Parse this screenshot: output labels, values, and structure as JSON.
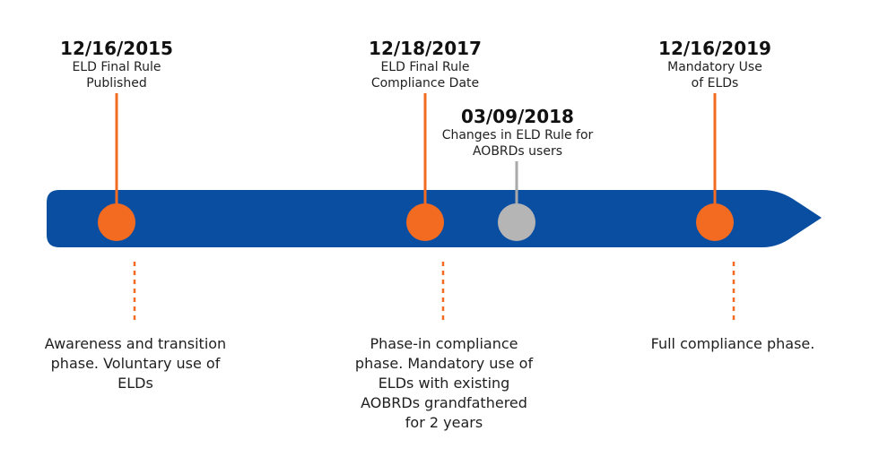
{
  "colors": {
    "bar": "#0a4ea1",
    "milestone": "#f26b21",
    "milestone_minor": "#b5b5b5",
    "connector": "#f26b21",
    "connector_minor": "#a9a9a9",
    "phase_divider": "#f26b21"
  },
  "milestones": [
    {
      "date": "12/16/2015",
      "caption": "ELD Final Rule\nPublished",
      "kind": "major"
    },
    {
      "date": "12/18/2017",
      "caption": "ELD Final Rule\nCompliance Date",
      "kind": "major"
    },
    {
      "date": "03/09/2018",
      "caption": "Changes in ELD Rule for\nAOBRDs users",
      "kind": "minor"
    },
    {
      "date": "12/16/2019",
      "caption": "Mandatory Use\nof ELDs",
      "kind": "major"
    }
  ],
  "phases": [
    {
      "text": "Awareness and transition\nphase. Voluntary use of\nELDs"
    },
    {
      "text": "Phase-in compliance\nphase. Mandatory use of\nELDs with existing\nAOBRDs grandfathered\nfor 2 years"
    },
    {
      "text": "Full compliance phase."
    }
  ]
}
